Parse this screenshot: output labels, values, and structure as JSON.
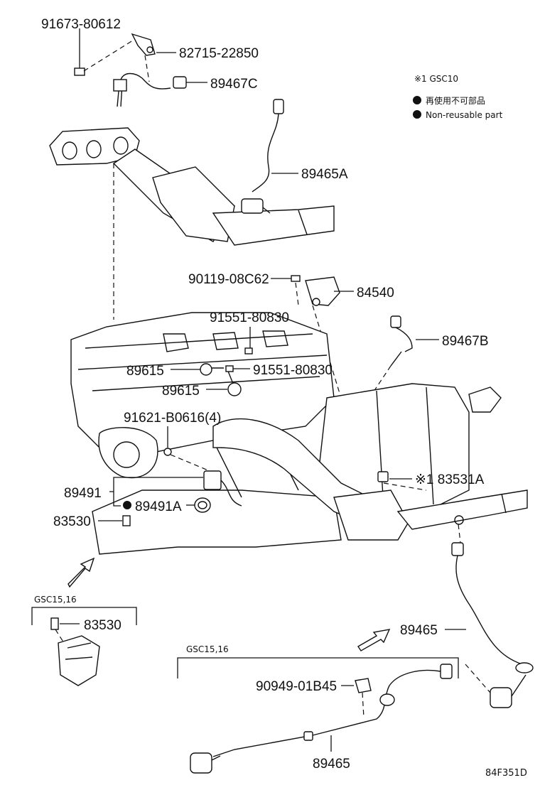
{
  "legend": {
    "gsc_note": "※1 GSC10",
    "nonreusable_jp": "再使用不可部品",
    "nonreusable_en": "Non-reusable part"
  },
  "parts": {
    "p91673": "91673-80612",
    "p82715": "82715-22850",
    "p89467c": "89467C",
    "p89465a": "89465A",
    "p90119": "90119-08C62",
    "p84540": "84540",
    "p91551_a": "91551-80830",
    "p91551_b": "91551-80830",
    "p89467b": "89467B",
    "p89615_a": "89615",
    "p89615_b": "89615",
    "p91621": "91621-B0616(4)",
    "p83531a": "※1 83531A",
    "p89491": "89491",
    "p89491a": "89491A",
    "p83530": "83530",
    "p83530_b": "83530",
    "p89465_a": "89465",
    "p89465_b": "89465",
    "p90949": "90949-01B45"
  },
  "groups": {
    "gsc1516_a": "GSC15,16",
    "gsc1516_b": "GSC15,16"
  },
  "figure_code": "84F351D",
  "colors": {
    "ink": "#111111",
    "background": "#ffffff"
  }
}
